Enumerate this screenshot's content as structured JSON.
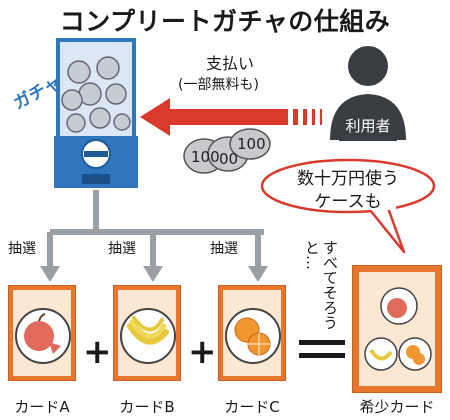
{
  "title": "コンプリートガチャの仕組み",
  "payment": {
    "main": "支払い",
    "note": "(一部無料も)"
  },
  "gacha_label": "ガチャ",
  "user_label": "利用者",
  "coins": [
    "100",
    "00",
    "100"
  ],
  "bubble": {
    "line1": "数十万円使う",
    "line2": "ケースも"
  },
  "draw_labels": [
    "抽選",
    "抽選",
    "抽選"
  ],
  "vertical_text": "すべてそろうと…",
  "cards": [
    {
      "label": "カードA",
      "fruit": "apple-icon"
    },
    {
      "label": "カードB",
      "fruit": "banana-icon"
    },
    {
      "label": "カードC",
      "fruit": "orange-icon"
    }
  ],
  "operators": {
    "plus": "+"
  },
  "rare_card": {
    "label": "希少カード"
  },
  "colors": {
    "gacha_blue": "#2f76bf",
    "arrow_red": "#d93a2b",
    "card_orange": "#e8762d",
    "connector_gray": "#9a9fa6",
    "person_gray": "#3a3d42"
  }
}
